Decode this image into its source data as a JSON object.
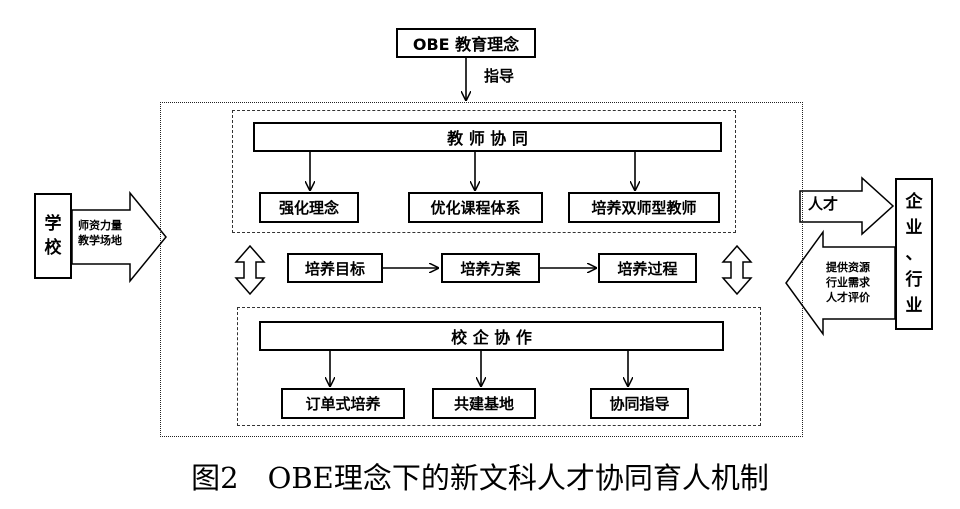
{
  "top_concept": "OBE 教育理念",
  "guide_label": "指导",
  "teacher_section": {
    "title": "教 师 协 同",
    "items": [
      "强化理念",
      "优化课程体系",
      "培养双师型教师"
    ]
  },
  "middle_flow": [
    "培养目标",
    "培养方案",
    "培养过程"
  ],
  "enterprise_section": {
    "title": "校 企 协 作",
    "items": [
      "订单式培养",
      "共建基地",
      "协同指导"
    ]
  },
  "school": {
    "label_chars": [
      "学",
      "校"
    ],
    "arrow_text": [
      "师资力量",
      "教学场地"
    ]
  },
  "industry": {
    "label_chars": [
      "企",
      "业",
      "、",
      "行",
      "业"
    ],
    "out_label": "人才",
    "in_text": [
      "提供资源",
      "行业需求",
      "人才评价"
    ]
  },
  "caption": "图2　OBE理念下的新文科人才协同育人机制"
}
